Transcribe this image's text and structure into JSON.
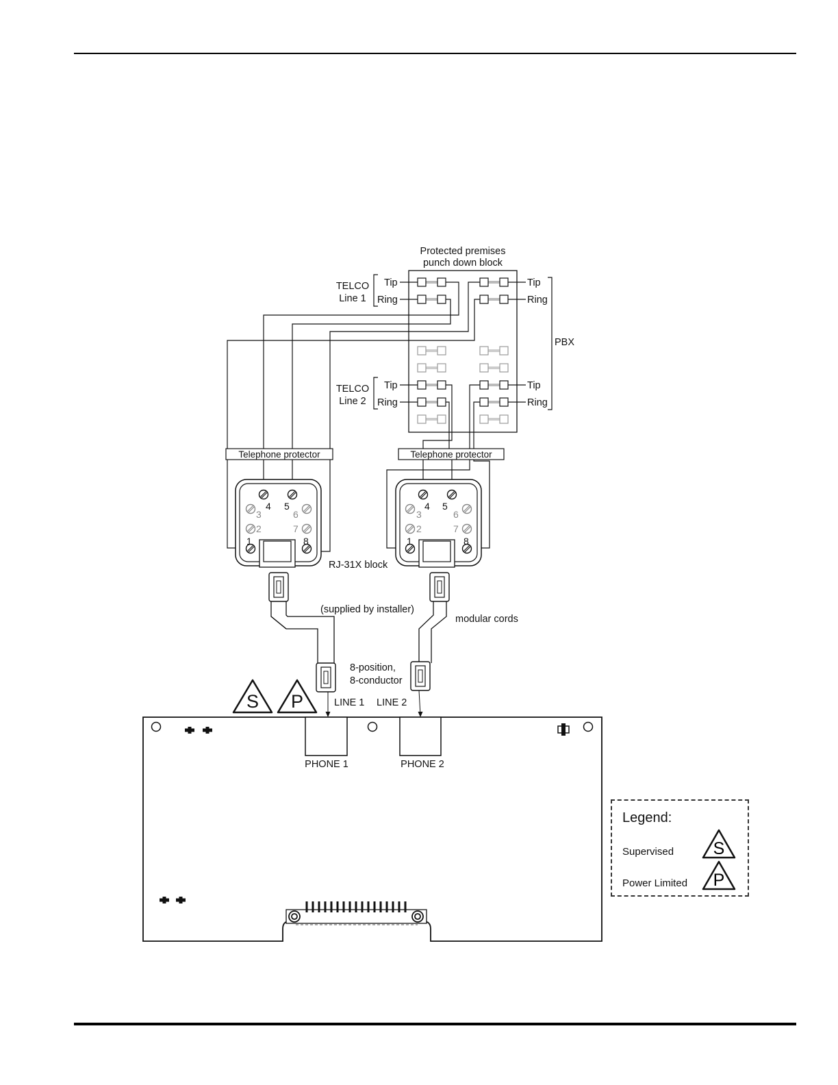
{
  "block": {
    "title_line1": "Protected premises",
    "title_line2": "punch down block"
  },
  "telco_line1": {
    "telco": "TELCO",
    "line": "Line 1",
    "tip": "Tip",
    "ring": "Ring"
  },
  "telco_line2": {
    "telco": "TELCO",
    "line": "Line 2",
    "tip": "Tip",
    "ring": "Ring"
  },
  "pbx": {
    "label": "PBX",
    "tip_upper": "Tip",
    "ring_upper": "Ring",
    "tip_lower": "Tip",
    "ring_lower": "Ring"
  },
  "protector_left": {
    "label": "Telephone protector",
    "pins": [
      "1",
      "2",
      "3",
      "4",
      "5",
      "6",
      "7",
      "8"
    ]
  },
  "protector_right": {
    "label": "Telephone protector",
    "pins": [
      "1",
      "2",
      "3",
      "4",
      "5",
      "6",
      "7",
      "8"
    ]
  },
  "labels": {
    "rj31x": "RJ-31X block",
    "supplied": "(supplied by installer)",
    "modular": "modular cords",
    "eight_position": "8-position,",
    "eight_conductor": "8-conductor",
    "line1": "LINE 1",
    "line2": "LINE 2",
    "phone1": "PHONE 1",
    "phone2": "PHONE 2"
  },
  "symbols": {
    "supervised": "S",
    "power_limited": "P"
  },
  "legend": {
    "title": "Legend:",
    "supervised": "Supervised",
    "power_limited": "Power Limited"
  }
}
